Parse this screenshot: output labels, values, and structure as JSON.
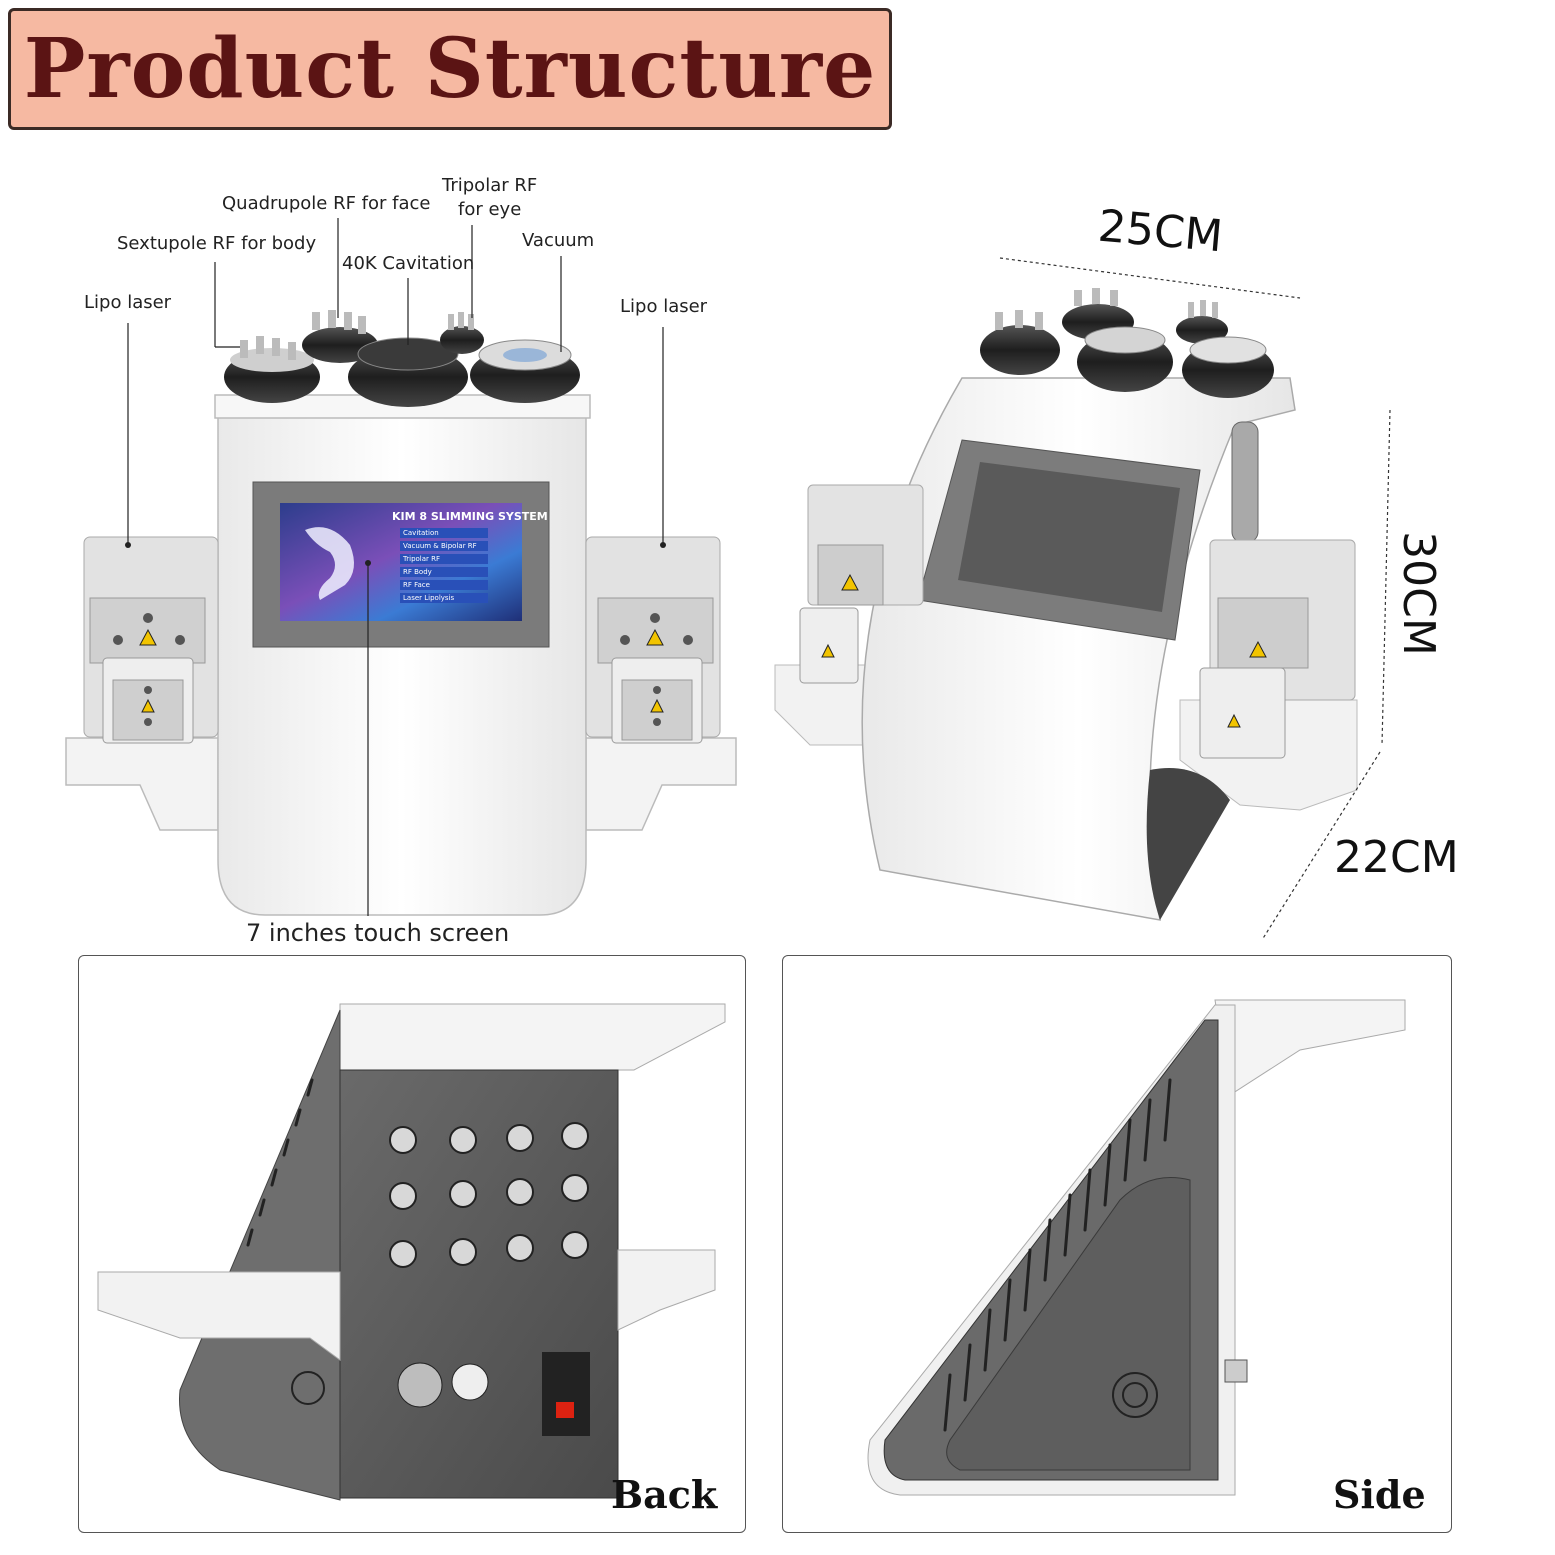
{
  "title": "Product Structure",
  "callouts": {
    "sextupole": "Sextupole RF for body",
    "quadrupole": "Quadrupole RF for face",
    "tripolar_line1": "Tripolar RF",
    "tripolar_line2": "for eye",
    "cavitation": "40K Cavitation",
    "vacuum": "Vacuum",
    "lipo_left": "Lipo laser",
    "lipo_right": "Lipo laser",
    "screen": "7 inches touch screen"
  },
  "screen_ui": {
    "heading": "KIM 8 SLIMMING SYSTEM",
    "menu": [
      "Cavitation",
      "Vacuum & Bipolar RF",
      "Tripolar RF",
      "RF Body",
      "RF Face",
      "Laser Lipolysis"
    ]
  },
  "dimensions": {
    "width": "25CM",
    "height": "30CM",
    "depth": "22CM"
  },
  "views": {
    "back": "Back",
    "side": "Side"
  }
}
